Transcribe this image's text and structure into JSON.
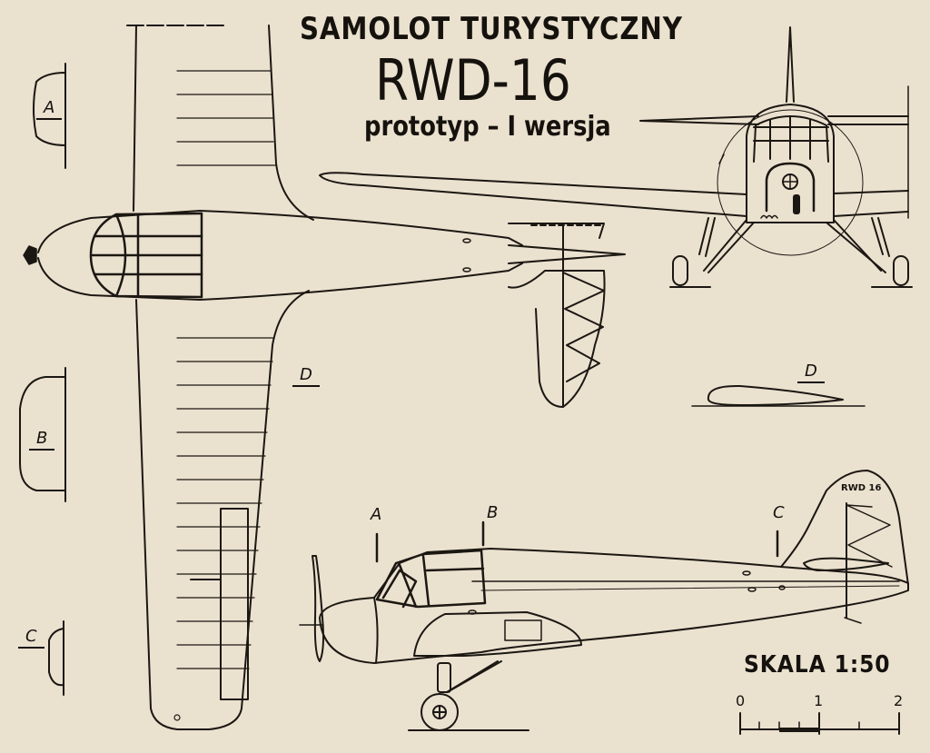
{
  "title": {
    "line1": "SAMOLOT TURYSTYCZNY",
    "line2": "RWD-16",
    "line3": "prototyp – I wersja"
  },
  "section_labels": {
    "a_plan": "A",
    "b_plan": "B",
    "c_plan": "C",
    "d_plan": "D",
    "d_profile": "D",
    "a_side": "A",
    "b_side": "B",
    "c_side": "C"
  },
  "registration": "RWD 16",
  "scale": {
    "title": "SKALA 1:50",
    "ticks": [
      "0",
      "1",
      "2"
    ]
  }
}
